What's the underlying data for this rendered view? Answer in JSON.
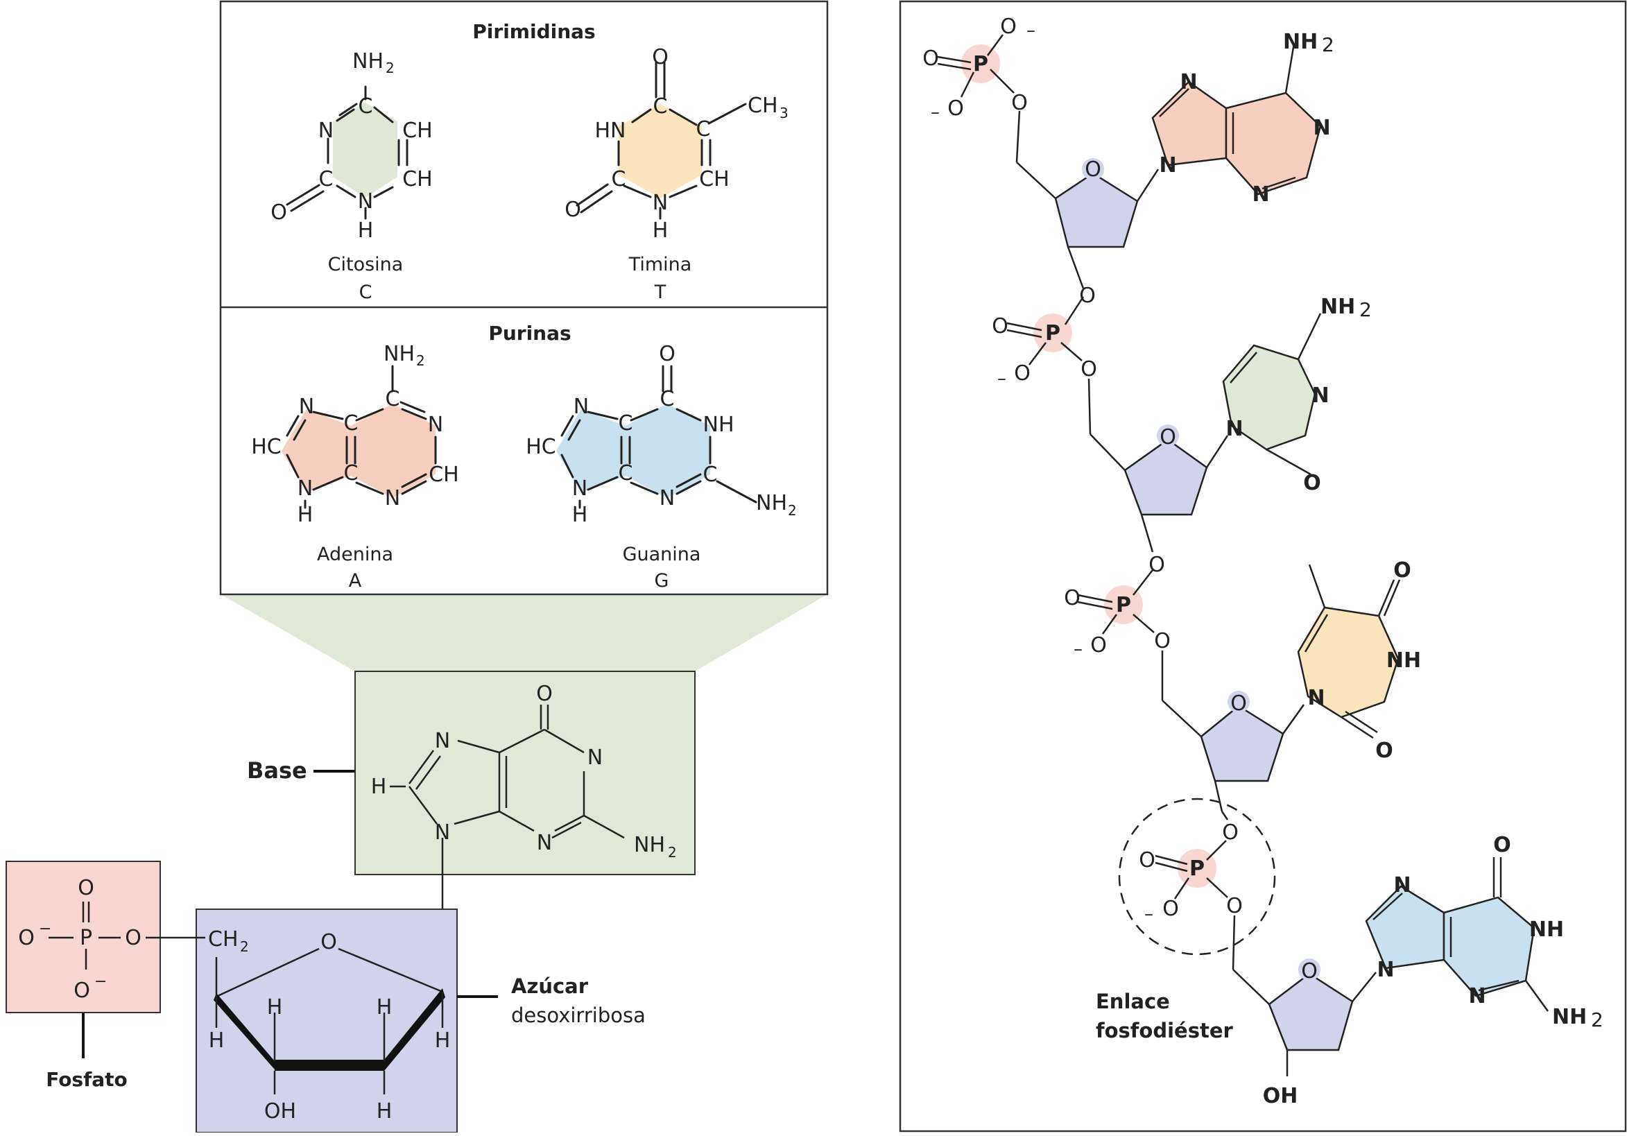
{
  "panel_top": {
    "pyrimidines_title": "Pirimidinas",
    "purines_title": "Purinas",
    "cytosine": {
      "name": "Citosina",
      "letter": "C"
    },
    "thymine": {
      "name": "Timina",
      "letter": "T"
    },
    "adenine": {
      "name": "Adenina",
      "letter": "A"
    },
    "guanine": {
      "name": "Guanina",
      "letter": "G"
    }
  },
  "nucleotide": {
    "base_label": "Base",
    "sugar_label_line1": "Azúcar",
    "sugar_label_line2": "desoxirribosa",
    "phosphate_label": "Fosfato"
  },
  "chain": {
    "bond_label_line1": "Enlace",
    "bond_label_line2": "fosfodiéster"
  },
  "colors": {
    "cytosine_fill": "#dfe8d6",
    "thymine_fill": "#fbe5bd",
    "adenine_fill": "#f7cfc0",
    "guanine_fill": "#c9e0ef",
    "sugar_fill": "#d0d3ea",
    "phosphate_fill": "#f8d6d2",
    "base_box_fill": "#e0e8d8",
    "trapezoid_fill": "#e0e8d8"
  }
}
